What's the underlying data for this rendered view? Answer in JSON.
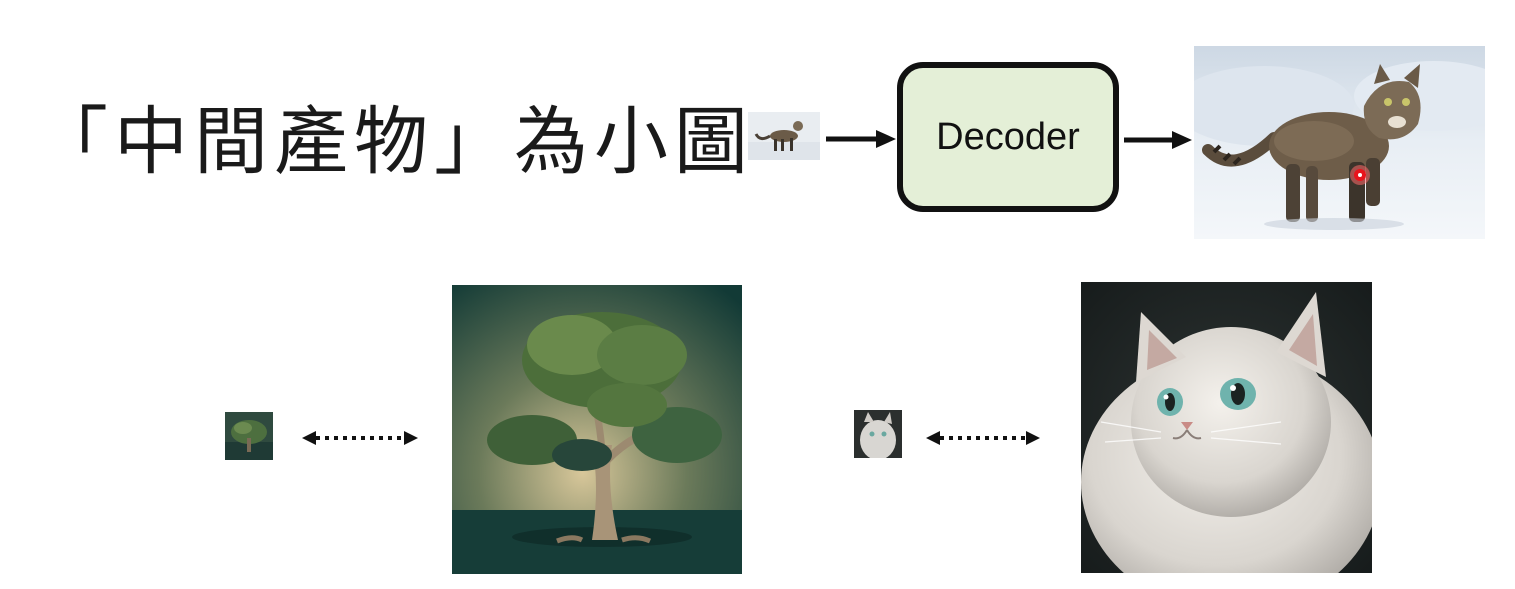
{
  "title": "「中間產物」為小圖",
  "decoder": {
    "label": "Decoder"
  },
  "images": {
    "small_cat_walking": "small-cat-thumbnail",
    "large_cat_walking": "cat-walking-in-snow",
    "small_tree": "small-tree-thumbnail",
    "large_tree": "tree-artwork",
    "small_fluffy_cat": "small-fluffy-cat-thumbnail",
    "large_fluffy_cat": "fluffy-cat-portrait"
  },
  "colors": {
    "decoder_fill": "#e4efd7",
    "decoder_border": "#111111",
    "arrow": "#111111",
    "highlight_dot": "#e8141c"
  }
}
